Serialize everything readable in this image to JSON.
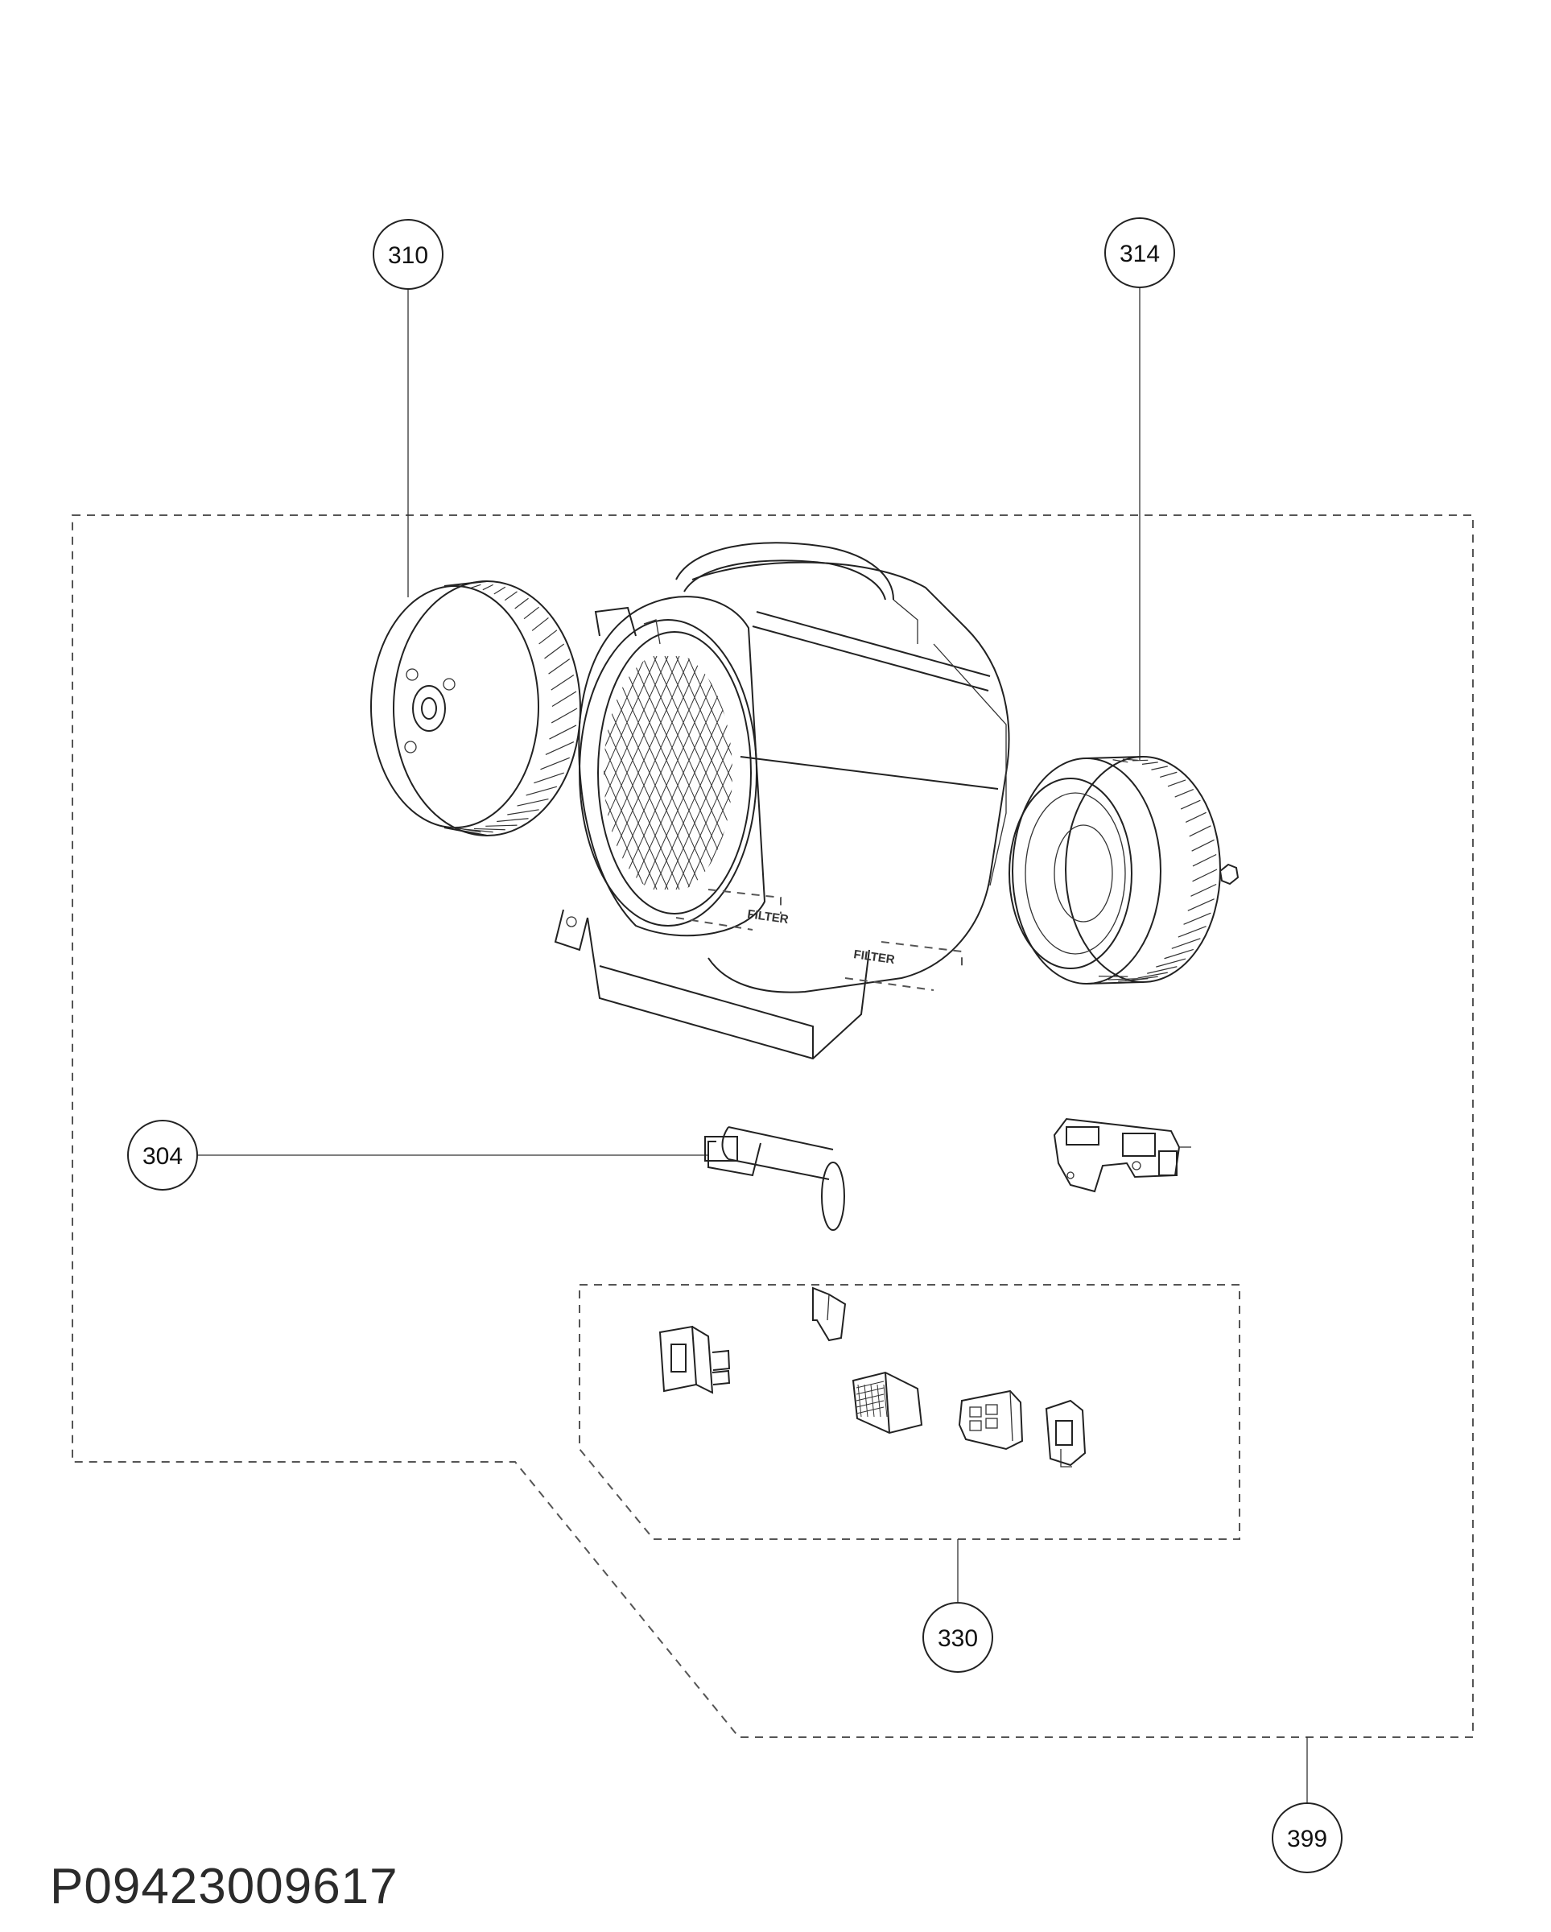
{
  "callouts": [
    {
      "label": "310"
    },
    {
      "label": "314"
    },
    {
      "label": "304"
    },
    {
      "label": "330"
    },
    {
      "label": "399"
    }
  ],
  "housing_markings": {
    "left": "FILTER",
    "right": "FILTER"
  },
  "part_code": "P09423009617"
}
